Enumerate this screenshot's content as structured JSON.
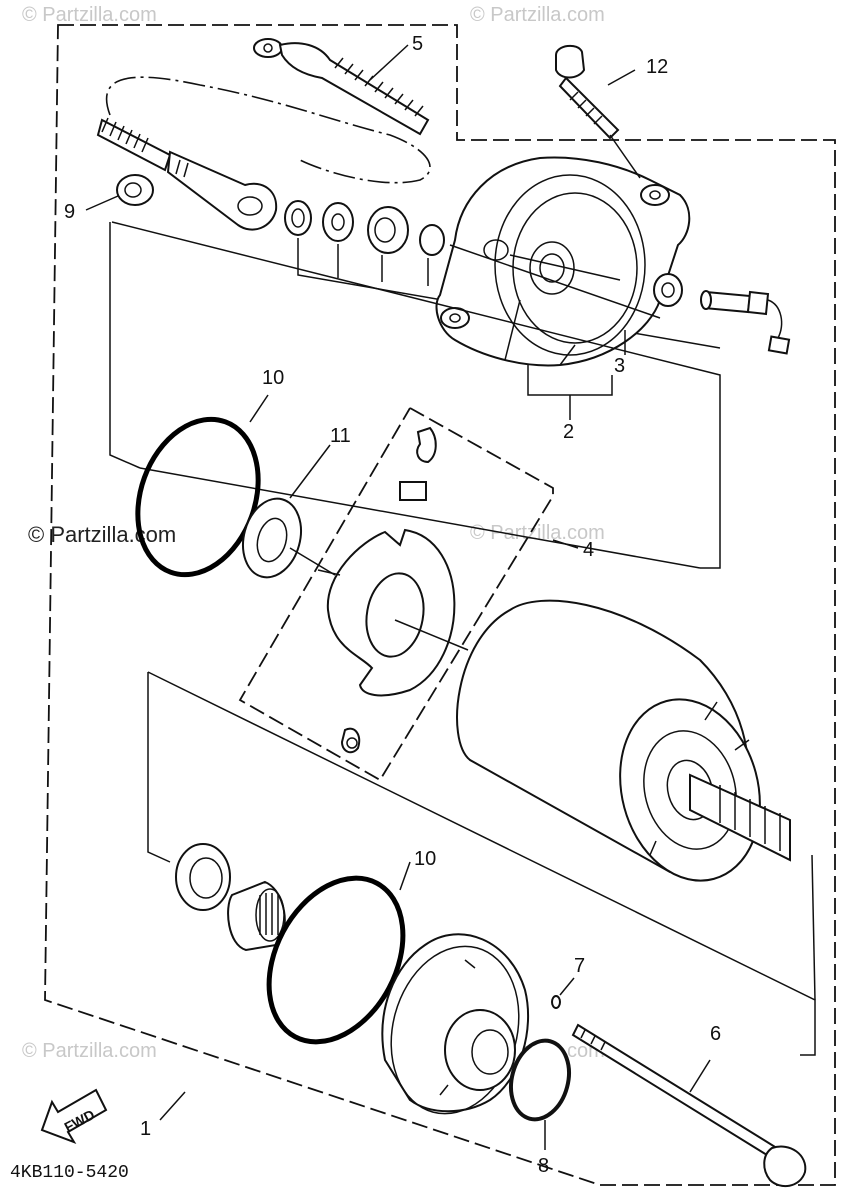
{
  "watermarks": {
    "top_left": "© Partzilla.com",
    "top_right": "© Partzilla.com",
    "mid_left": "© Partzilla.com",
    "mid_right": "© Partzilla.com",
    "bottom_left": "© Partzilla.com",
    "bottom_right": "© Partzilla.com"
  },
  "callouts": {
    "p1": "1",
    "p2": "2",
    "p3": "3",
    "p4": "4",
    "p5": "5",
    "p6": "6",
    "p7": "7",
    "p8": "8",
    "p9": "9",
    "p10_upper": "10",
    "p10_lower": "10",
    "p11": "11",
    "p12": "12"
  },
  "fwd_label": "FWD",
  "diagram_code": "4KB110-5420"
}
